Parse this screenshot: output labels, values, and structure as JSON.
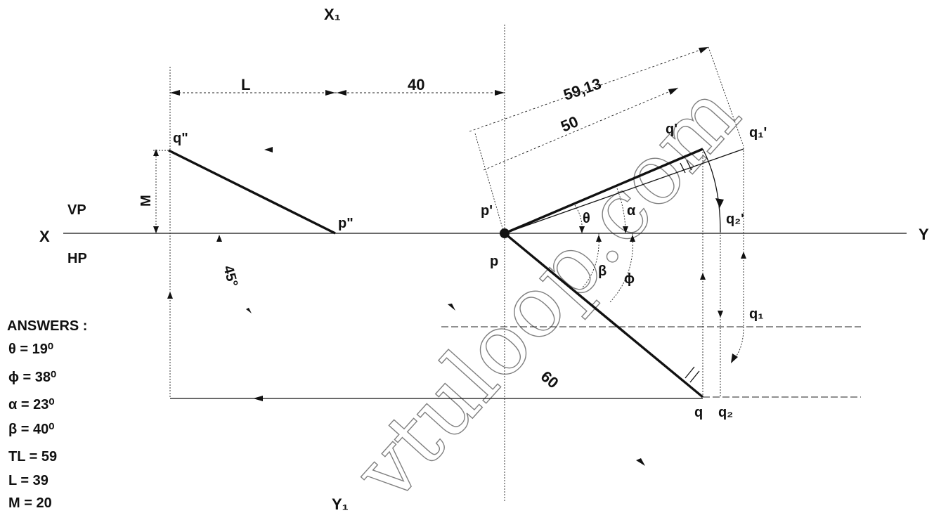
{
  "labels": {
    "x1": "X₁",
    "y1": "Y₁",
    "x": "X",
    "y": "Y",
    "vp": "VP",
    "hp": "HP",
    "q_side": "q\"",
    "p_side": "p\"",
    "p_front": "p'",
    "p_top": "p",
    "q_front": "q'",
    "q1_front": "q₁'",
    "q2_front": "q₂'",
    "q_top": "q",
    "q1_top": "q₁",
    "q2_top": "q₂",
    "theta": "θ",
    "alpha": "α",
    "beta": "β",
    "phi": "ϕ",
    "angle_45": "45°"
  },
  "dimensions": {
    "l": "L",
    "forty": "40",
    "m": "M",
    "fifty_nine": "59,13",
    "fifty": "50",
    "sixty": "60"
  },
  "answers": {
    "heading": "ANSWERS :",
    "theta": "θ = 19⁰",
    "phi": "ϕ = 38⁰",
    "alpha": "α = 23⁰",
    "beta": "β = 40⁰",
    "tl": "TL = 59",
    "l": "L = 39",
    "m": "M = 20"
  },
  "watermark": "vtuloop.com"
}
